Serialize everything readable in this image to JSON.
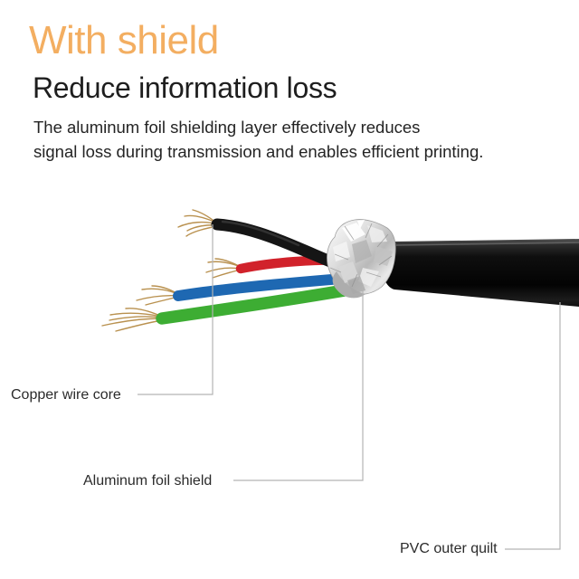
{
  "page": {
    "background": "#ffffff"
  },
  "header": {
    "title": "With shield",
    "subtitle": "Reduce information loss",
    "description": [
      "The aluminum foil shielding layer effectively reduces",
      "signal loss during transmission and enables efficient printing."
    ]
  },
  "colors": {
    "title_accent": "#f3ae61",
    "subtitle_text": "#1e1e1e",
    "body_text": "#242424",
    "label_text": "#2b2b2b",
    "leader_line": "#b4b4b4",
    "cable_pvc": "#0c0c0c",
    "wire_black": "#151515",
    "wire_red": "#d1222b",
    "wire_blue": "#1e68b2",
    "wire_green": "#3dad33",
    "copper_strand": "#b9914f",
    "foil_silver": "#d6d6d6"
  },
  "diagram": {
    "labels": {
      "copper": "Copper wire core",
      "aluminum": "Aluminum foil shield",
      "pvc": "PVC outer quilt"
    }
  }
}
